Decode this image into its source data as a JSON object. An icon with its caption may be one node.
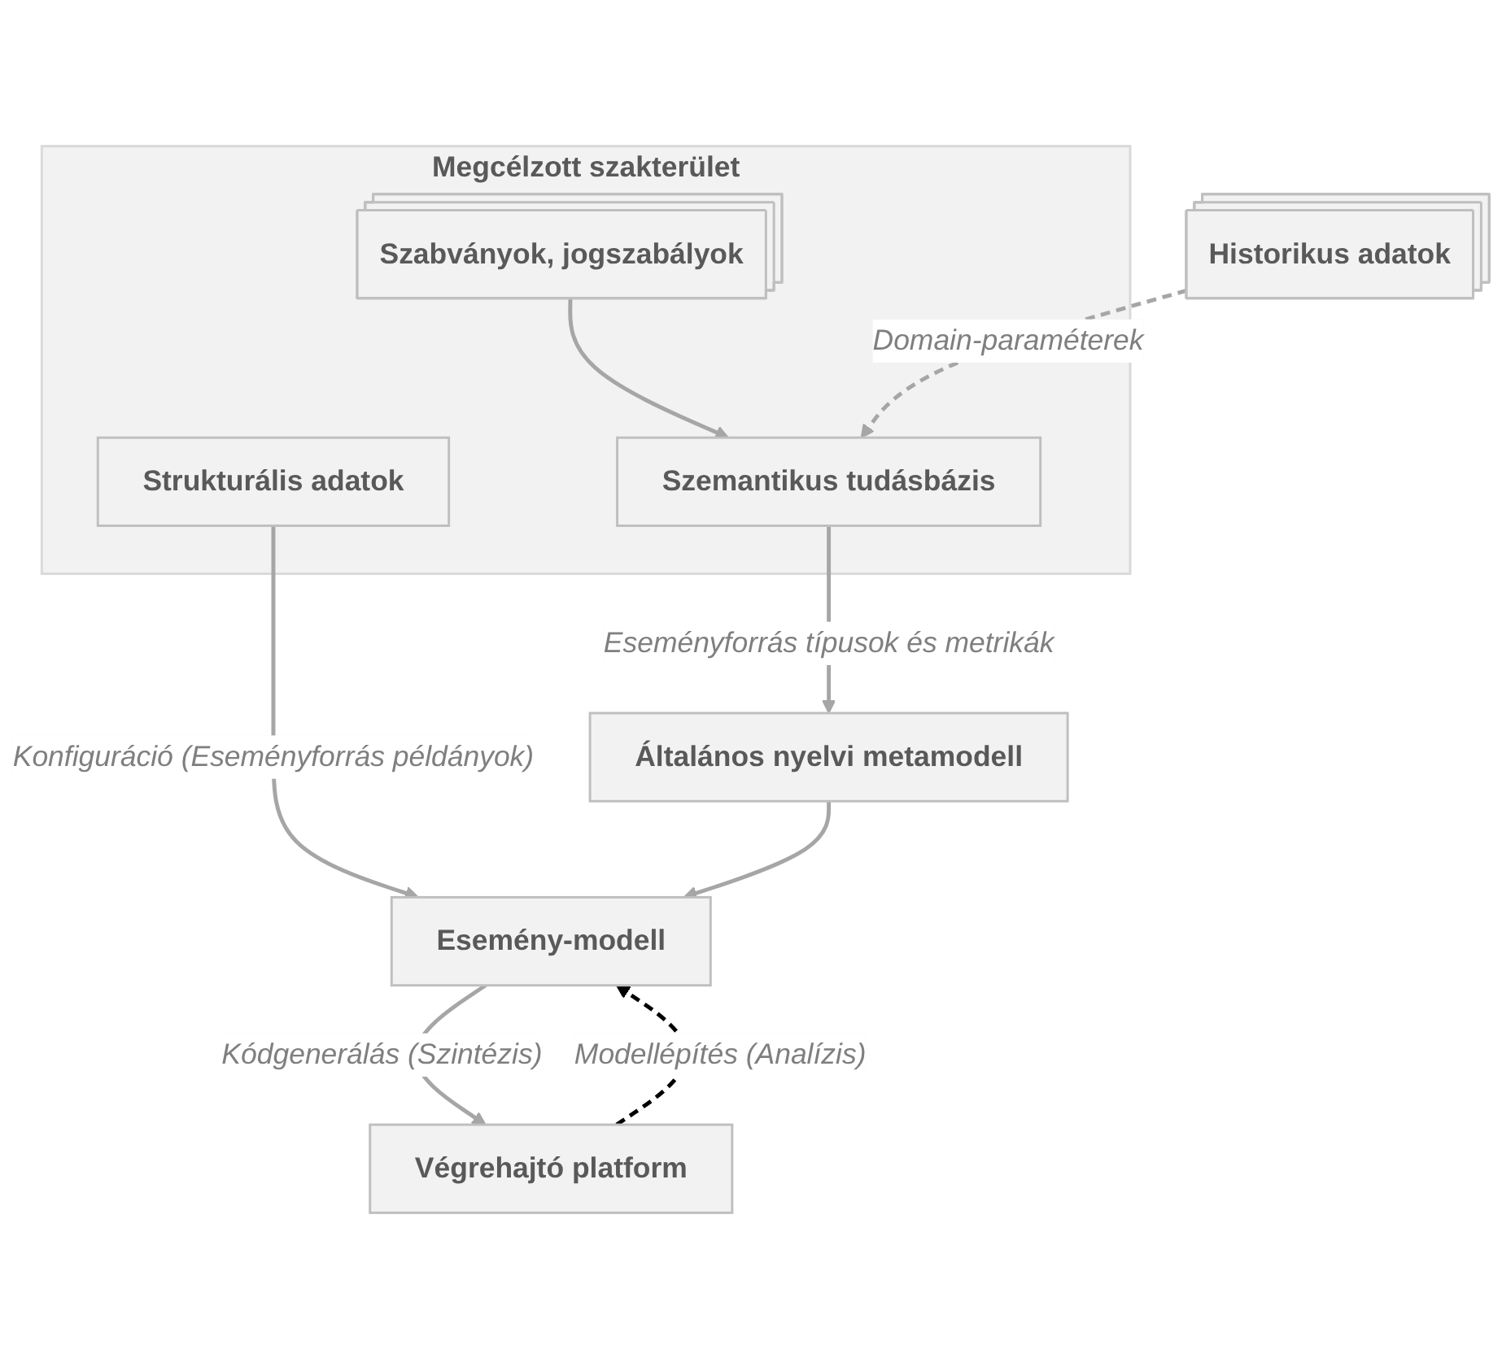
{
  "diagram": {
    "nodes": [
      {
        "text": [
          "Megcélzott szakterület"
        ]
      },
      {
        "text": [
          "Szabványok, jogszabályok"
        ],
        "in": 0
      },
      {
        "text": [
          "Szemantikus tudásbázis"
        ],
        "in": 0
      },
      {
        "text": [
          "Strukturális adatok"
        ],
        "in": 0
      },
      {
        "text": [
          "Historikus adatok"
        ]
      },
      {
        "text": [
          "Általános nyelvi metamodell"
        ]
      },
      {
        "text": [
          "Esemény-modell"
        ]
      },
      {
        "text": [
          "Végrehajtó platform"
        ]
      }
    ],
    "edges": [
      {
        "from": 1,
        "to": 2,
        "arrow": "to"
      },
      {
        "from": 4,
        "to": 2,
        "arrow": "to",
        "label": "Domain-paraméterek",
        "style": "dashed"
      },
      {
        "from": 2,
        "to": 5,
        "arrow": "to",
        "label": "Eseményforrás típusok és metrikák"
      },
      {
        "from": 3,
        "to": 6,
        "arrow": "to",
        "label": "Konfiguráció (Eseményforrás példányok)"
      },
      {
        "from": 5,
        "to": 6,
        "arrow": "to"
      },
      {
        "from": 6,
        "to": 7,
        "arrow": "to",
        "label": "Kódgenerálás (Szintézis)"
      },
      {
        "from": 7,
        "to": 6,
        "arrow": "to",
        "label": "Modellépítés (Analízis)",
        "style": "dashed",
        "color": "#000000"
      }
    ]
  }
}
